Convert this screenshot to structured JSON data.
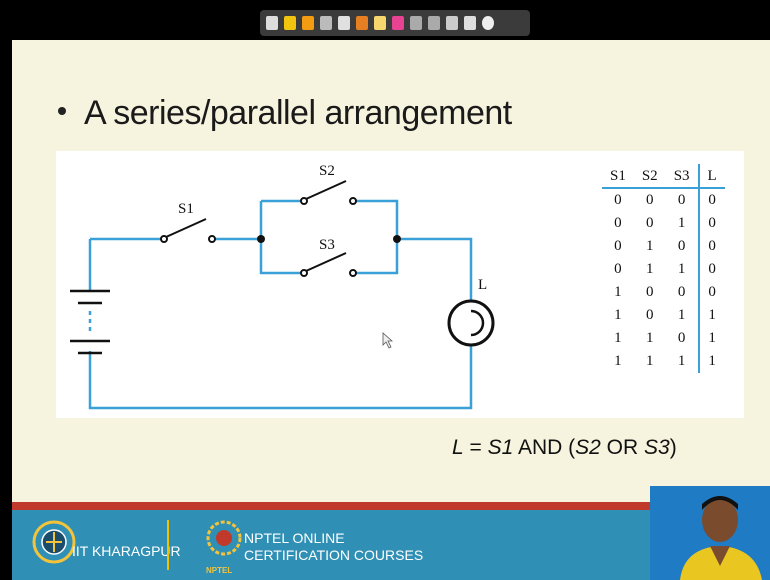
{
  "toolbar": {
    "icons": [
      "pointer-icon",
      "pen-icon",
      "highlighter-icon",
      "eraser-icon",
      "line-icon",
      "shape-icon",
      "text-icon",
      "color-icon",
      "undo-icon",
      "redo-icon",
      "select-icon",
      "screen-icon",
      "close-icon"
    ]
  },
  "slide": {
    "bullet": "A series/parallel arrangement"
  },
  "circuit": {
    "labels": {
      "s1": "S1",
      "s2": "S2",
      "s3": "S3",
      "lamp": "L"
    }
  },
  "truth_table": {
    "headers": [
      "S1",
      "S2",
      "S3",
      "L"
    ],
    "rows": [
      [
        "0",
        "0",
        "0",
        "0"
      ],
      [
        "0",
        "0",
        "1",
        "0"
      ],
      [
        "0",
        "1",
        "0",
        "0"
      ],
      [
        "0",
        "1",
        "1",
        "0"
      ],
      [
        "1",
        "0",
        "0",
        "0"
      ],
      [
        "1",
        "0",
        "1",
        "1"
      ],
      [
        "1",
        "1",
        "0",
        "1"
      ],
      [
        "1",
        "1",
        "1",
        "1"
      ]
    ]
  },
  "equation": {
    "lhs": "L",
    "eq": " = ",
    "s1": "S1",
    "and": " AND (",
    "s2": "S2",
    "or": " OR ",
    "s3": "S3",
    "close": ")"
  },
  "footer": {
    "iit": "IIT KHARAGPUR",
    "nptel_line1": "NPTEL ONLINE",
    "nptel_line2": "CERTIFICATION COURSES",
    "nptel_small": "NPTEL"
  },
  "colors": {
    "wire": "#3aa0d8",
    "slide_bg": "#f6f3de",
    "footer": "#2f8fb4",
    "footer_stripe": "#c0392b"
  }
}
